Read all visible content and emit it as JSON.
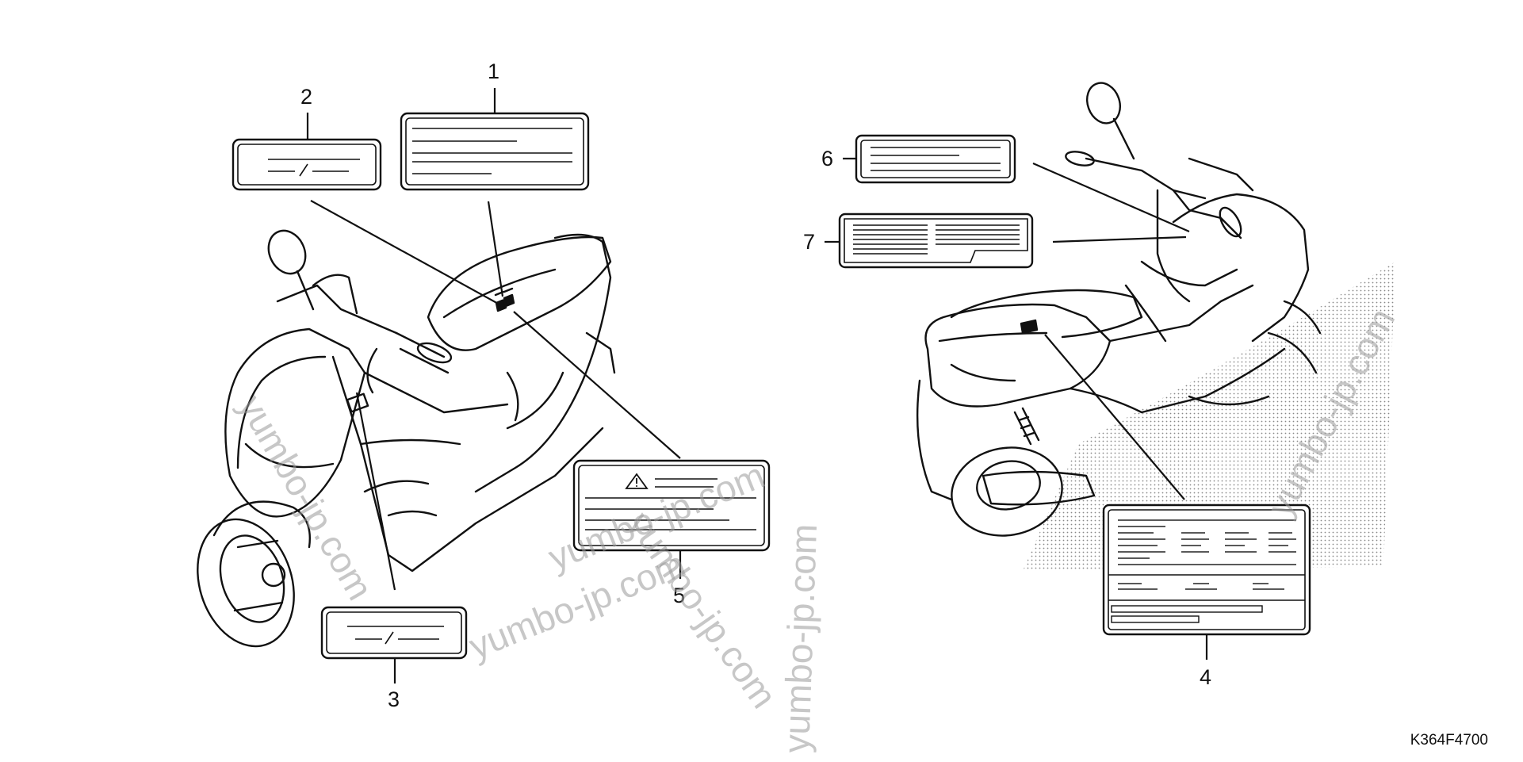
{
  "diagram": {
    "callouts": [
      "1",
      "2",
      "3",
      "4",
      "5",
      "6",
      "7"
    ],
    "part_code": "K364F4700",
    "watermark": "yumbo-jp.com"
  }
}
